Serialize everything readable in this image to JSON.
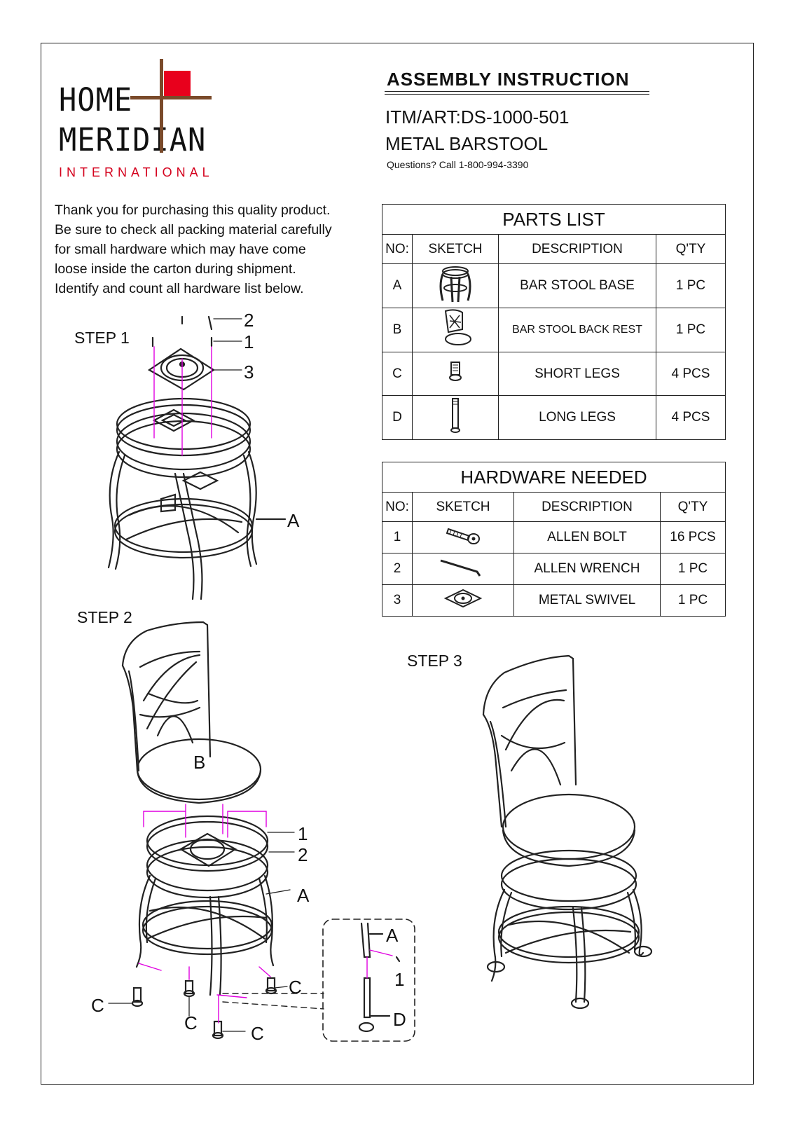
{
  "brand": {
    "line1": "HOME",
    "line2": "MERIDIAN",
    "line3": "INTERNATIONAL",
    "accent_color": "#e8001c",
    "cross_color": "#7a4a2a"
  },
  "header": {
    "title": "ASSEMBLY   INSTRUCTION",
    "item": "ITM/ART:DS-1000-501",
    "product": "METAL BARSTOOL",
    "phone": "Questions? Call 1-800-994-3390"
  },
  "intro": [
    "Thank you for purchasing this quality product.",
    "Be sure to check all packing material carefully",
    "for small hardware which may have come",
    "loose inside the carton during shipment.",
    "Identify and count all hardware list below."
  ],
  "parts_list": {
    "title": "PARTS LIST",
    "columns": [
      "NO:",
      "SKETCH",
      "DESCRIPTION",
      "Q'TY"
    ],
    "rows": [
      {
        "no": "A",
        "sketch": "bar-stool-base-icon",
        "description": "BAR STOOL BASE",
        "qty": "1 PC"
      },
      {
        "no": "B",
        "sketch": "back-rest-icon",
        "description": "BAR STOOL BACK REST",
        "qty": "1 PC"
      },
      {
        "no": "C",
        "sketch": "short-leg-icon",
        "description": "SHORT LEGS",
        "qty": "4 PCS"
      },
      {
        "no": "D",
        "sketch": "long-leg-icon",
        "description": "LONG LEGS",
        "qty": "4 PCS"
      }
    ]
  },
  "hardware": {
    "title": "HARDWARE NEEDED",
    "columns": [
      "NO:",
      "SKETCH",
      "DESCRIPTION",
      "Q'TY"
    ],
    "rows": [
      {
        "no": "1",
        "sketch": "allen-bolt-icon",
        "description": "ALLEN BOLT",
        "qty": "16 PCS"
      },
      {
        "no": "2",
        "sketch": "allen-wrench-icon",
        "description": "ALLEN WRENCH",
        "qty": "1 PC"
      },
      {
        "no": "3",
        "sketch": "metal-swivel-icon",
        "description": "METAL SWIVEL",
        "qty": "1 PC"
      }
    ]
  },
  "steps": {
    "step1": {
      "label": "STEP 1",
      "callouts": [
        "2",
        "1",
        "3",
        "A"
      ]
    },
    "step2": {
      "label": "STEP 2",
      "callouts": [
        "B",
        "1",
        "2",
        "A",
        "C",
        "C",
        "C",
        "C"
      ]
    },
    "detail": {
      "callouts": [
        "A",
        "1",
        "D"
      ]
    },
    "step3": {
      "label": "STEP 3"
    }
  },
  "guide_color": "#e000e0"
}
